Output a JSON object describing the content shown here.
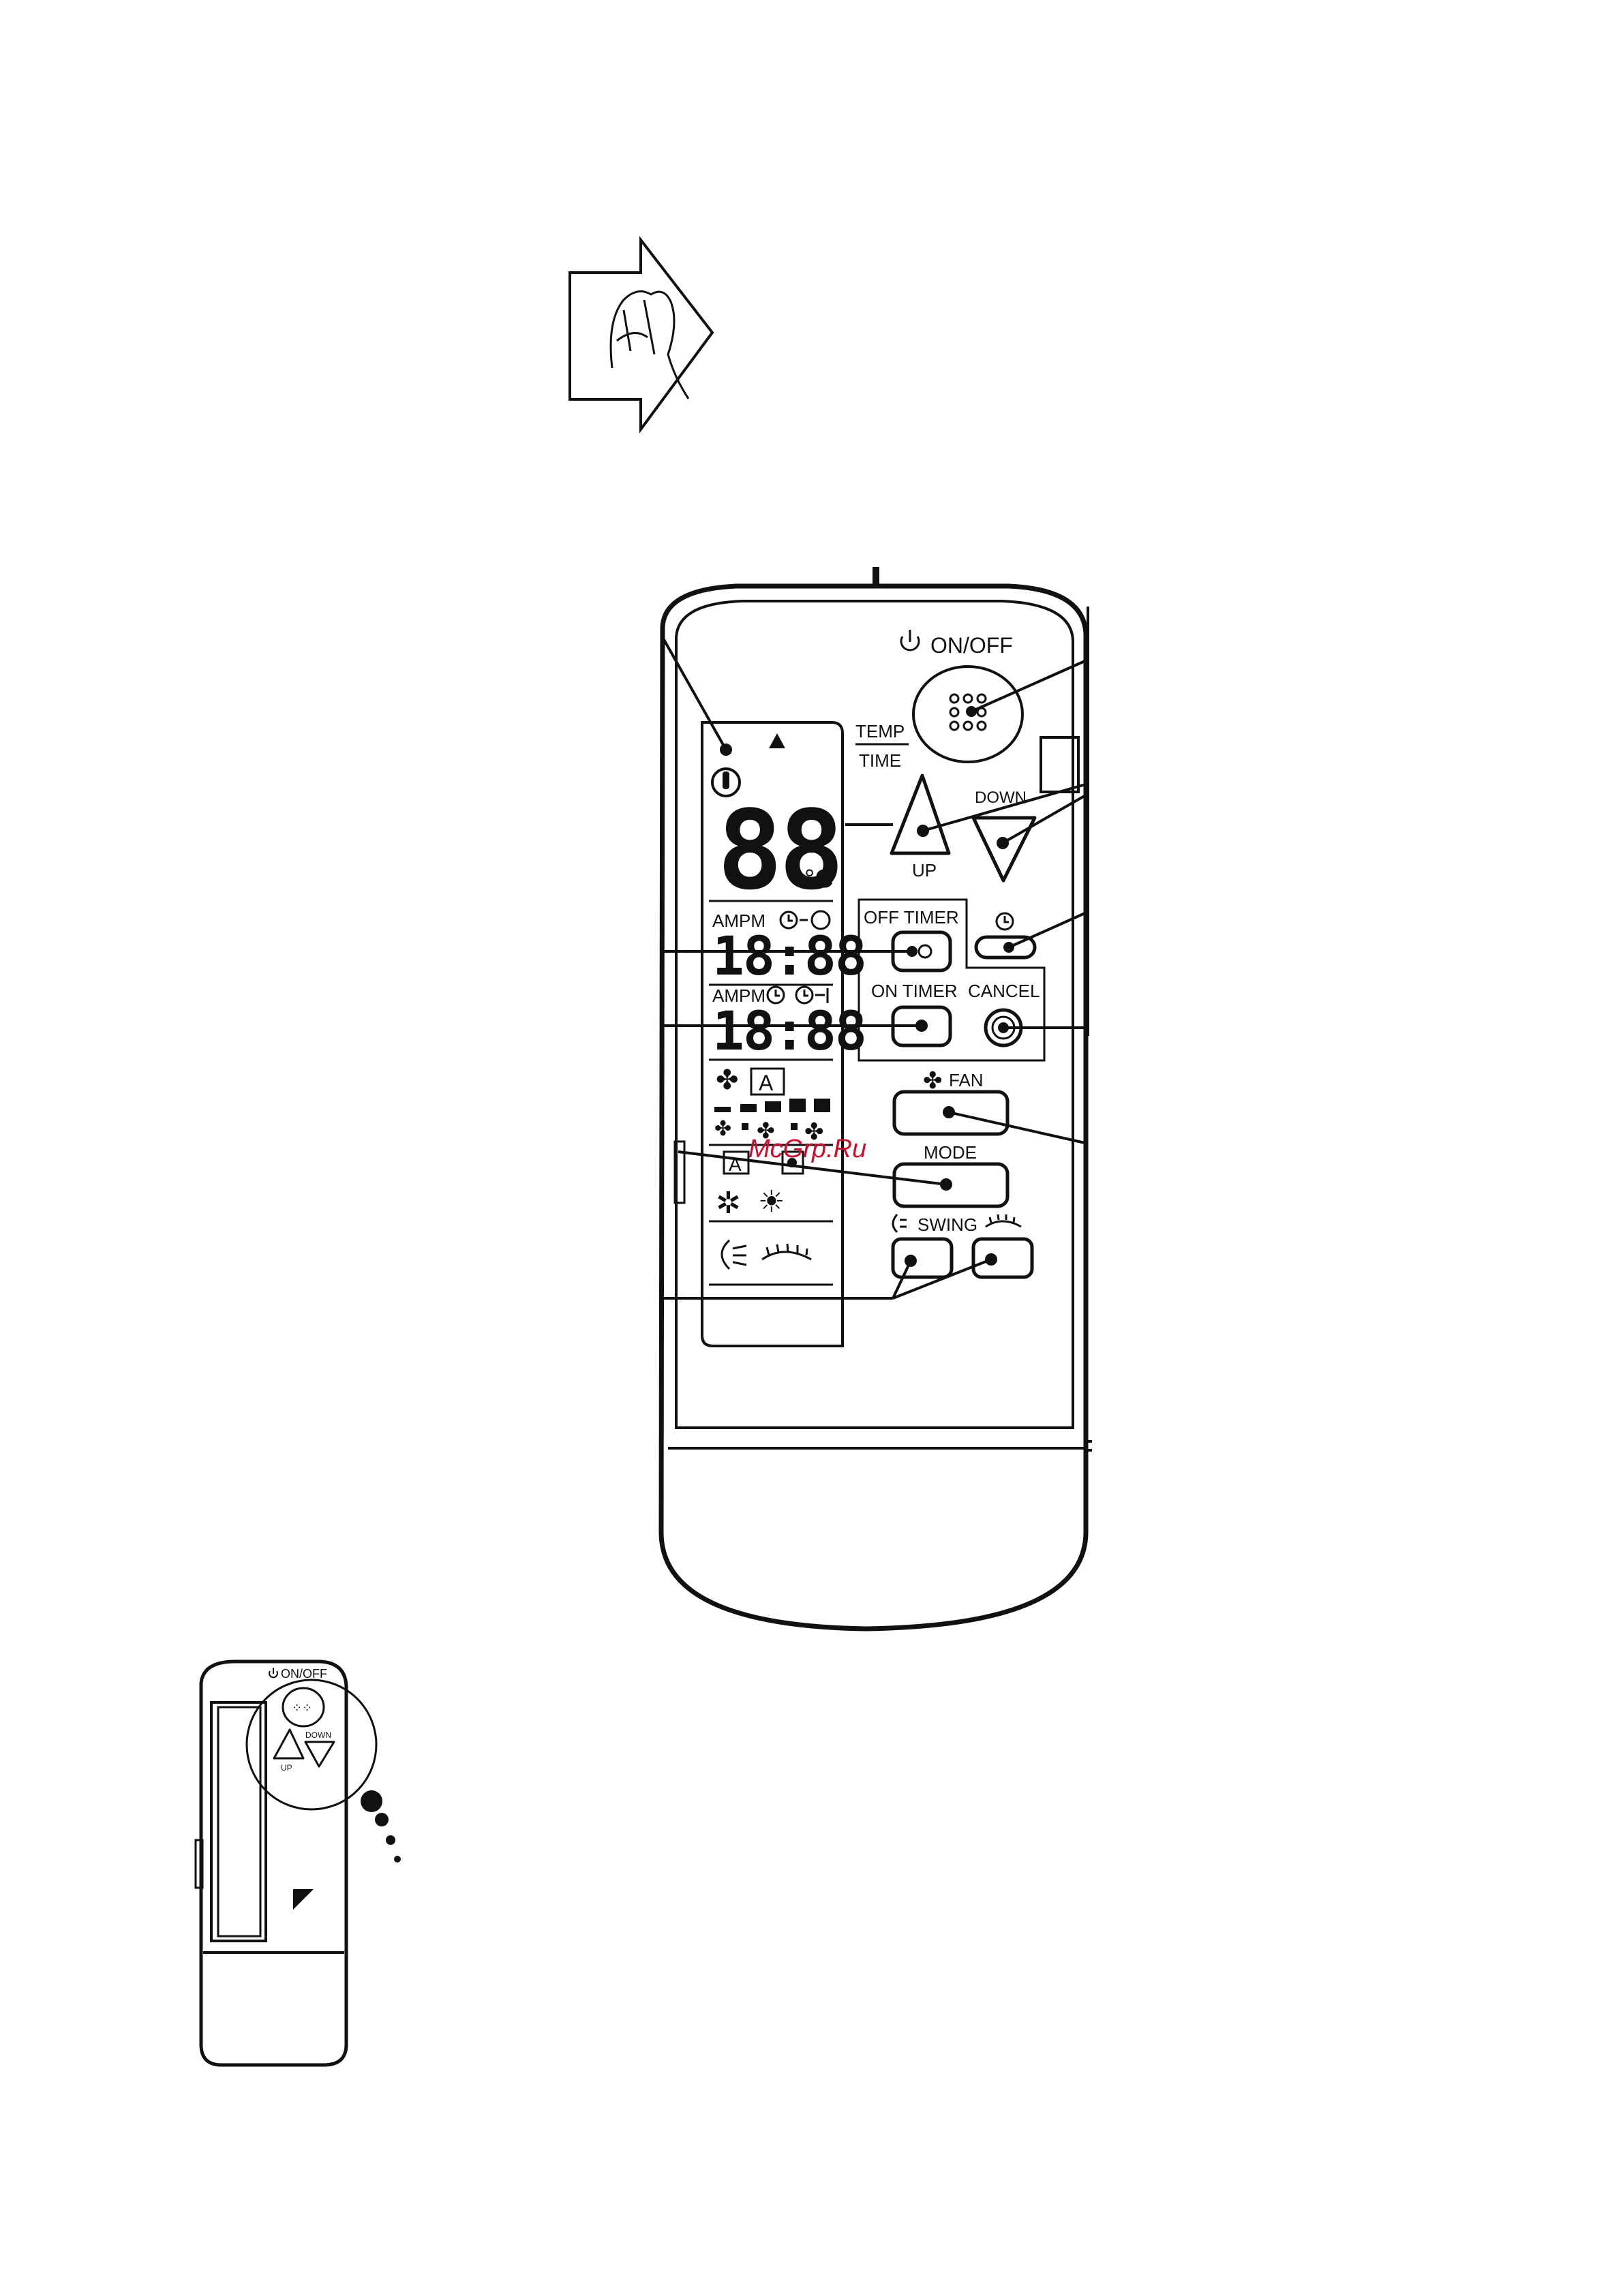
{
  "remote": {
    "on_off_label": "ON/OFF",
    "temp_label": "TEMP",
    "time_label": "TIME",
    "up_label": "UP",
    "down_label": "DOWN",
    "off_timer_label": "OFF TIMER",
    "on_timer_label": "ON TIMER",
    "cancel_label": "CANCEL",
    "fan_label": "FAN",
    "mode_label": "MODE",
    "swing_label": "SWING"
  },
  "display": {
    "temp_digits": "88",
    "temp_unit": "°C",
    "ampm_top": "AMPM",
    "time_top": "18:88",
    "ampm_bottom": "AMPM",
    "time_bottom": "18:88",
    "auto_fan_badge": "A",
    "auto_mode_badge": "A"
  },
  "small_remote": {
    "on_off_label": "ON/OFF",
    "up_label": "UP",
    "down_label": "DOWN"
  },
  "watermark": "McGrp.Ru",
  "colors": {
    "line": "#111111",
    "panel": "#ffffff",
    "watermark": "#c8102e"
  }
}
